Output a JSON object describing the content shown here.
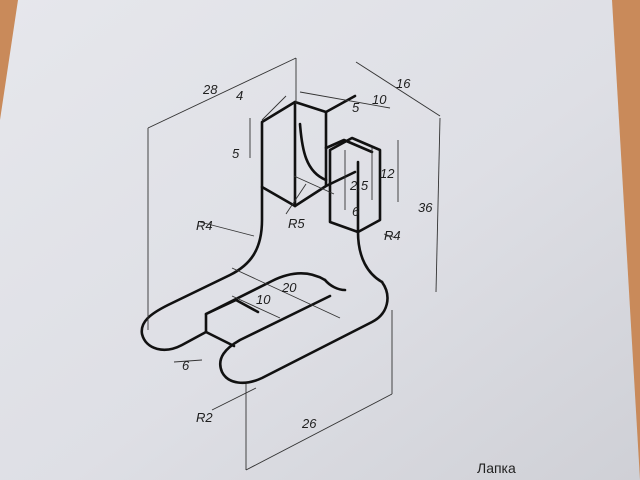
{
  "drawing": {
    "caption": "Лапка",
    "dimensions": {
      "d28": "28",
      "d16": "16",
      "d10_top": "10",
      "d4": "4",
      "d5_left": "5",
      "d5_slot": "5",
      "d12": "12",
      "d2_5": "2,5",
      "d6_right": "6",
      "r4_left": "R4",
      "r5": "R5",
      "r4_right": "R4",
      "d36": "36",
      "d20": "20",
      "d10_mid": "10",
      "d6_left": "6",
      "r2": "R2",
      "d26": "26"
    }
  }
}
